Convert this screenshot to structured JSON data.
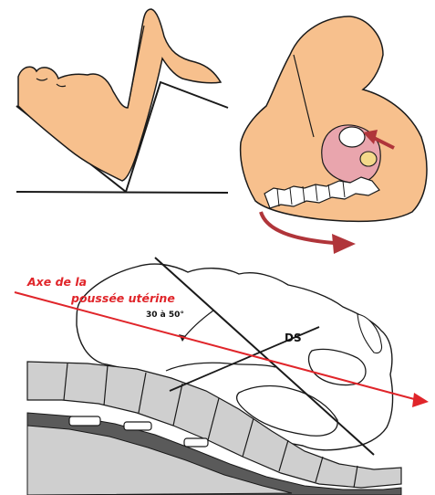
{
  "panels": {
    "top_left": {
      "subject": "woman lying on back with thighs flexed (McRoberts position)"
    },
    "top_right": {
      "subject": "pelvis with sacrum and coccyx retropulsion arrow"
    },
    "bottom": {
      "axis_label_line1": "Axe de la",
      "axis_label_line2": "poussée utérine",
      "angle_label": "30 à 50°",
      "ds_label": "DS"
    }
  },
  "colors": {
    "skin": "#f7c08d",
    "outline": "#1a1a1a",
    "red_axis": "#e0252a",
    "arrow_dark_red": "#b0353a",
    "uterus_pink": "#e9a5ad",
    "spine_gray": "#cfcfcf",
    "spine_dark": "#5a5a5a"
  }
}
